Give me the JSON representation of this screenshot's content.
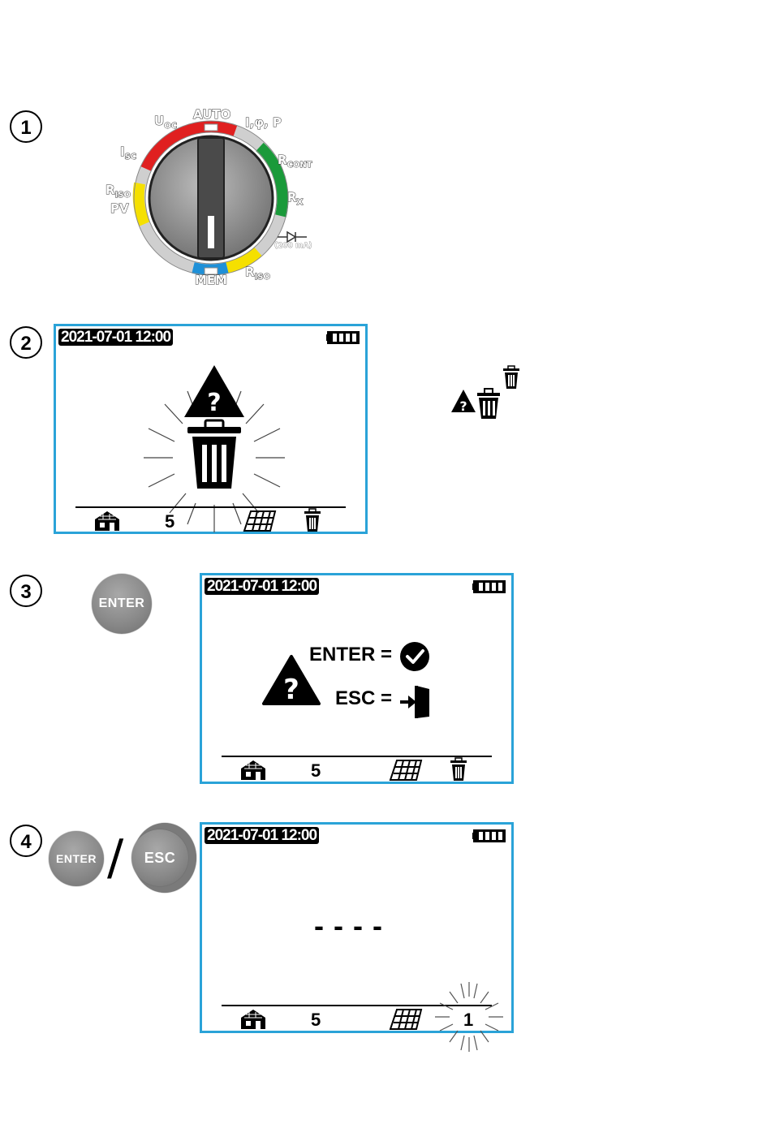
{
  "steps": [
    "1",
    "2",
    "3",
    "4"
  ],
  "dial": {
    "labels": {
      "auto": "AUTO",
      "uoc_main": "U",
      "uoc_sub": "OC",
      "iphi_main": "I,φ, P",
      "isc_main": "I",
      "isc_sub": "SC",
      "rcont_main": "R",
      "rcont_sub": "CONT",
      "riso_pv_main": "R",
      "riso_pv_sub": "ISO",
      "riso_pv_line2": "PV",
      "rx_main": "R",
      "rx_sub": "X",
      "diode_note": "(200 mA)",
      "mem": "MEM",
      "riso_main": "R",
      "riso_sub": "ISO"
    },
    "colors": {
      "red": "#e02020",
      "green": "#1a9a3a",
      "yellow": "#f5e000",
      "blue": "#1e90d8",
      "gray": "#cfcfcf"
    }
  },
  "screens": {
    "s2": {
      "datetime": "2021-07-01 12:00",
      "count": "5"
    },
    "s3": {
      "datetime": "2021-07-01 12:00",
      "count": "5",
      "enter_text": "ENTER =",
      "esc_text": "ESC ="
    },
    "s4": {
      "datetime": "2021-07-01 12:00",
      "count": "5",
      "value": "----",
      "index": "1"
    }
  },
  "buttons": {
    "enter": "ENTER",
    "esc": "ESC",
    "separator": "/"
  },
  "colors": {
    "screen_border": "#2aa3d8"
  }
}
